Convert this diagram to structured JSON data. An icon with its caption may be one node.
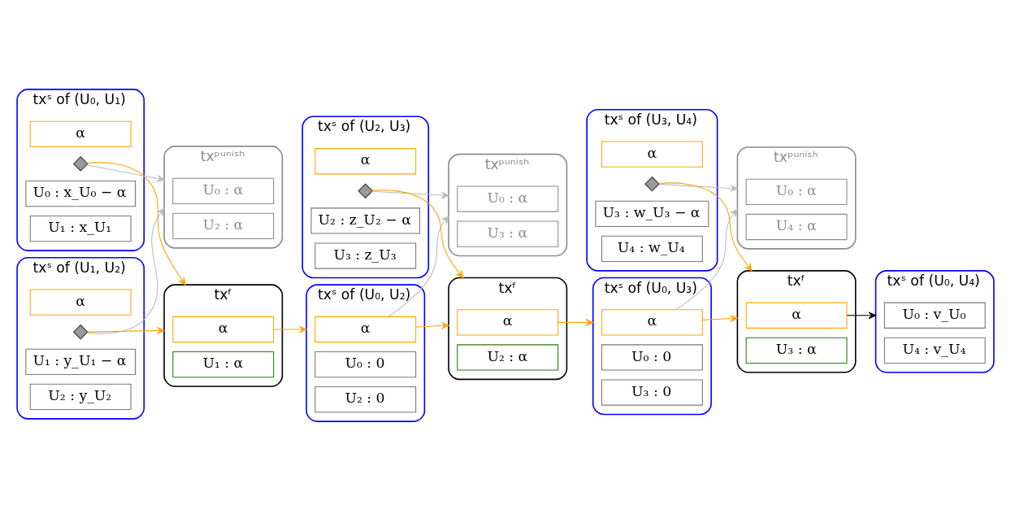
{
  "diagram": {
    "nodes": [
      {
        "text": [
          "txˢ of (U₀, U₁)"
        ]
      },
      {
        "text": [
          "α"
        ],
        "in": 0
      },
      {
        "text": [],
        "shape": "diamond",
        "in": 0
      },
      {
        "text": [
          "U₀ : x_U₀ − α"
        ],
        "in": 0
      },
      {
        "text": [
          "U₁ : x_U₁"
        ],
        "in": 0
      },
      {
        "text": [
          "txˢ of (U₁, U₂)"
        ]
      },
      {
        "text": [
          "α"
        ],
        "in": 5
      },
      {
        "text": [],
        "shape": "diamond",
        "in": 5
      },
      {
        "text": [
          "U₁ : y_U₁ − α"
        ],
        "in": 5
      },
      {
        "text": [
          "U₂ : y_U₂"
        ],
        "in": 5
      },
      {
        "text": [
          "txˢ of (U₂, U₃)"
        ]
      },
      {
        "text": [
          "α"
        ],
        "in": 10
      },
      {
        "text": [],
        "shape": "diamond",
        "in": 10
      },
      {
        "text": [
          "U₂ : z_U₂ − α"
        ],
        "in": 10
      },
      {
        "text": [
          "U₃ : z_U₃"
        ],
        "in": 10
      },
      {
        "text": [
          "txˢ of (U₃, U₄)"
        ]
      },
      {
        "text": [
          "α"
        ],
        "in": 15
      },
      {
        "text": [],
        "shape": "diamond",
        "in": 15
      },
      {
        "text": [
          "U₃ : w_U₃ − α"
        ],
        "in": 15
      },
      {
        "text": [
          "U₄ : w_U₄"
        ],
        "in": 15
      },
      {
        "text": [
          "txᵖᵘⁿⁱˢʰ"
        ]
      },
      {
        "text": [
          "U₀ : α"
        ],
        "in": 20
      },
      {
        "text": [
          "U₂ : α"
        ],
        "in": 20
      },
      {
        "text": [
          "txᶠ"
        ]
      },
      {
        "text": [
          "α"
        ],
        "in": 23
      },
      {
        "text": [
          "U₁ : α"
        ],
        "in": 23
      },
      {
        "text": [
          "txˢ of (U₀, U₂)"
        ]
      },
      {
        "text": [
          "α"
        ],
        "in": 26
      },
      {
        "text": [
          "U₀ : 0"
        ],
        "in": 26
      },
      {
        "text": [
          "U₂ : 0"
        ],
        "in": 26
      },
      {
        "text": [
          "txᵖᵘⁿⁱˢʰ"
        ]
      },
      {
        "text": [
          "U₀ : α"
        ],
        "in": 30
      },
      {
        "text": [
          "U₃ : α"
        ],
        "in": 30
      },
      {
        "text": [
          "txᶠ"
        ]
      },
      {
        "text": [
          "α"
        ],
        "in": 33
      },
      {
        "text": [
          "U₂ : α"
        ],
        "in": 33
      },
      {
        "text": [
          "txˢ of (U₀, U₃)"
        ]
      },
      {
        "text": [
          "α"
        ],
        "in": 36
      },
      {
        "text": [
          "U₀ : 0"
        ],
        "in": 36
      },
      {
        "text": [
          "U₃ : 0"
        ],
        "in": 36
      },
      {
        "text": [
          "txᵖᵘⁿⁱˢʰ"
        ]
      },
      {
        "text": [
          "U₀ : α"
        ],
        "in": 40
      },
      {
        "text": [
          "U₄ : α"
        ],
        "in": 40
      },
      {
        "text": [
          "txᶠ"
        ]
      },
      {
        "text": [
          "α"
        ],
        "in": 43
      },
      {
        "text": [
          "U₃ : α"
        ],
        "in": 43
      },
      {
        "text": [
          "txˢ of (U₀, U₄)"
        ]
      },
      {
        "text": [
          "U₀ : v_U₀"
        ],
        "in": 46
      },
      {
        "text": [
          "U₄ : v_U₄"
        ],
        "in": 46
      }
    ],
    "edges": [
      {
        "from": 2,
        "to": 23,
        "arrow": "to"
      },
      {
        "from": 7,
        "to": 23,
        "arrow": "to"
      },
      {
        "from": 2,
        "to": 20,
        "arrow": "to",
        "color": "#bbbbbb"
      },
      {
        "from": 7,
        "to": 20,
        "arrow": "to",
        "color": "#bbbbbb"
      },
      {
        "from": 24,
        "to": 26,
        "arrow": "to"
      },
      {
        "from": 27,
        "to": 33,
        "arrow": "to"
      },
      {
        "from": 12,
        "to": 33,
        "arrow": "to"
      },
      {
        "from": 27,
        "to": 30,
        "arrow": "to",
        "color": "#bbbbbb"
      },
      {
        "from": 12,
        "to": 30,
        "arrow": "to",
        "color": "#bbbbbb"
      },
      {
        "from": 34,
        "to": 36,
        "arrow": "to"
      },
      {
        "from": 37,
        "to": 43,
        "arrow": "to"
      },
      {
        "from": 17,
        "to": 43,
        "arrow": "to"
      },
      {
        "from": 37,
        "to": 40,
        "arrow": "to",
        "color": "#bbbbbb"
      },
      {
        "from": 17,
        "to": 40,
        "arrow": "to",
        "color": "#bbbbbb"
      },
      {
        "from": 44,
        "to": 46,
        "arrow": "to",
        "color": "#000000"
      }
    ]
  }
}
